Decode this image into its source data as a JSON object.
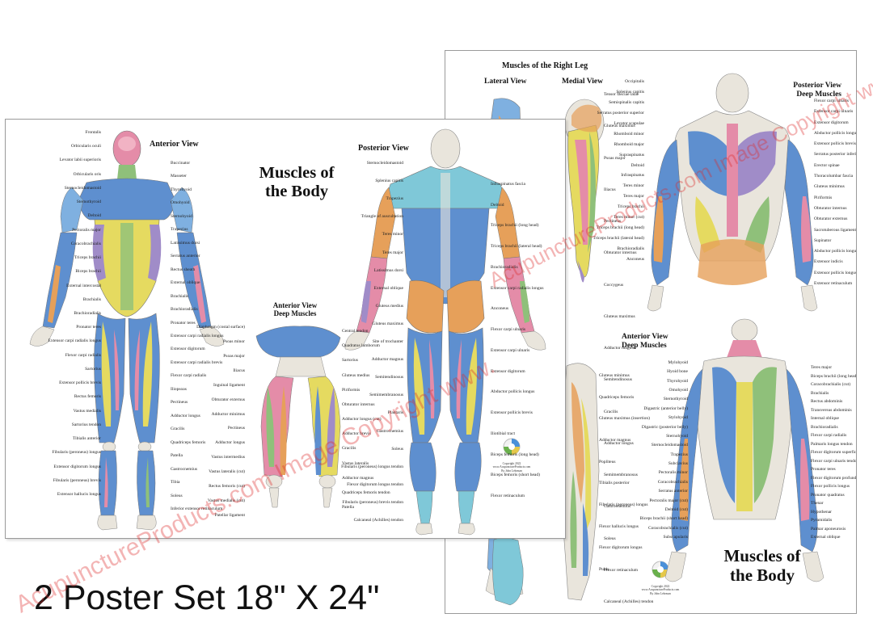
{
  "set_caption": "2 Poster Set 18\" X 24\"",
  "watermark_text": "AcupunctureProducts.com  Image Copyright  www.",
  "watermark_text_2": "AcupunctureProducts.com  Image Copyright  www",
  "colors": {
    "muscle_blue": "#5e8fcf",
    "muscle_yellow": "#e5da60",
    "muscle_pink": "#e48ca8",
    "muscle_orange": "#e6a05a",
    "muscle_green": "#8fc07a",
    "muscle_purple": "#a08cc8",
    "bone": "#e9e5dc",
    "watermark": "#dc2828"
  },
  "front_poster": {
    "title": "Muscles of the Body",
    "anterior_title": "Anterior View",
    "posterior_title": "Posterior View",
    "deep_title": "Anterior View Deep Muscles",
    "copyright": [
      "Copyright 2022",
      "www.AcupunctureProducts.com",
      "By John Lehrman"
    ],
    "anterior_left_labels": [
      "Frontalis",
      "Orbicularis oculi",
      "Levator labii superioris",
      "Orbicularis oris",
      "Sternocleidomastoid",
      "Sternothyroid",
      "Deltoid",
      "Pectoralis major",
      "Coracobrachialis",
      "Triceps brachii",
      "Biceps brachii",
      "External intercostal",
      "Brachialis",
      "Brachioradialis",
      "Pronator teres",
      "Extensor carpi radialis longus",
      "Flexor carpi radialis",
      "Sartorius",
      "Extensor pollicis brevis",
      "Rectus femoris",
      "Vastus medialis",
      "Sartorius tendon",
      "Tibialis anterior",
      "Fibularis (peroneus) longus",
      "Extensor digitorum longus",
      "Fibularis (peroneus) brevis",
      "Extensor hallucis longus"
    ],
    "anterior_right_labels": [
      "Buccinator",
      "Masseter",
      "Thyrohyoid",
      "Omohyoid",
      "Sternohyoid",
      "Trapezius",
      "Latissimus dorsi",
      "Serratus anterior",
      "Rectus sheath",
      "External oblique",
      "Brachialis",
      "Brachioradialis",
      "Pronator teres",
      "Extensor carpi radialis longus",
      "Extensor digitorum",
      "Extensor carpi radialis brevis",
      "Flexor carpi radialis",
      "Iliopsoas",
      "Pectineus",
      "Adductor longus",
      "Gracilis",
      "Quadriceps femoris",
      "Patella",
      "Gastrocnemius",
      "Tibia",
      "Soleus",
      "Inferior extensor retinaculum"
    ],
    "posterior_left_labels": [
      "Sternocleidomastoid",
      "Splenius capitis",
      "Trapezius",
      "Triangle of auscultation",
      "Teres minor",
      "Teres major",
      "Latissimus dorsi",
      "External oblique",
      "Gluteus medius",
      "Gluteus maximus",
      "Site of trochanter",
      "Adductor magnus",
      "Semitendinosus",
      "Semimembranosus",
      "Plantaris",
      "Gastrocnemius",
      "Soleus",
      "Fibularis (peroneus) longus tendon",
      "Flexor digitorum longus tendon",
      "Fibularis (peroneus) brevis tendon",
      "Calcaneal (Achilles) tendon"
    ],
    "posterior_right_labels": [
      "Infraspinatus fascia",
      "Deltoid",
      "Triceps brachii (long head)",
      "Triceps brachii (lateral head)",
      "Brachioradialis",
      "Extensor carpi radialis longus",
      "Anconeus",
      "Flexor carpi ulnaris",
      "Extensor carpi ulnaris",
      "Extensor digitorum",
      "Abductor pollicis longus",
      "Extensor pollicis brevis",
      "Iliotibial tract",
      "Biceps femoris (long head)",
      "Biceps femoris (short head)",
      "Flexor retinaculum"
    ],
    "deep_labels": [
      "Diaphragm (costal surface)",
      "Psoas minor",
      "Psoas major",
      "Iliacus",
      "Inguinal ligament",
      "Obturator externus",
      "Adductor minimus",
      "Pectineus",
      "Adductor longus",
      "Vastus intermedius",
      "Vastus lateralis (cut)",
      "Rectus femoris (cut)",
      "Vastus medialis (cut)",
      "Patellar ligament",
      "Central tendon",
      "Quadratus lumborum",
      "Sartorius",
      "Gluteus medius",
      "Piriformis",
      "Obturator internus",
      "Adductor longus (cut)",
      "Adductor brevis",
      "Gracilis",
      "Vastus lateralis",
      "Adductor magnus",
      "Quadriceps femoris tendon",
      "Patella"
    ]
  },
  "back_poster": {
    "title": "Muscles of the Body",
    "leg_title": "Muscles of the Right Leg",
    "lateral_title": "Lateral View",
    "medial_title": "Medial View",
    "posterior_deep_title": "Posterior View Deep Muscles",
    "anterior_deep_title": "Anterior View Deep Muscles",
    "copyright": [
      "Copyright 2022",
      "www.AcupunctureProducts.com",
      "By John Lehrman"
    ],
    "leg_labels": [
      "Tensor fasciae latae",
      "Gluteus maximus",
      "Psoas major",
      "Iliacus",
      "Pectineus",
      "Obturator internus",
      "Coccygeus",
      "Gluteus maximus",
      "Adductor magnus",
      "Semitendinosus",
      "Gracilis",
      "Adductor longus",
      "Semimembranosus",
      "Gastrocnemius",
      "Soleus",
      "Flexor retinaculum",
      "Calcaneal (Achilles) tendon",
      "Gluteus minimus",
      "Quadriceps femoris",
      "Gluteus maximus (insertion)",
      "Adductor magnus",
      "Popliteus",
      "Tibialis posterior",
      "Fibularis (peroneus) longus",
      "Flexor hallucis longus",
      "Flexor digitorum longus",
      "Pubis"
    ],
    "posterior_deep_labels": [
      "Occipitalis",
      "Splenius capitis",
      "Semispinalis capitis",
      "Serratus posterior superior",
      "Levator scapulae",
      "Rhomboid minor",
      "Rhomboid major",
      "Supraspinatus",
      "Deltoid",
      "Infraspinatus",
      "Teres minor",
      "Teres major",
      "Triceps brachii",
      "Teres minor (cut)",
      "Triceps brachii (long head)",
      "Triceps brachii (lateral head)",
      "Brachioradialis",
      "Anconeus",
      "Flexor carpi ulnaris",
      "Extensor carpi ulnaris",
      "Extensor digitorum",
      "Abductor pollicis longus",
      "Extensor pollicis brevis",
      "Serratus posterior inferior",
      "Erector spinae",
      "Thoracolumbar fascia",
      "Gluteus minimus",
      "Piriformis",
      "Obturator internus",
      "Obturator externus",
      "Sacrotuberous ligament",
      "Supinator",
      "Abductor pollicis longus",
      "Extensor indicis",
      "Extensor pollicis longus",
      "Extensor retinaculum"
    ],
    "anterior_deep_labels": [
      "Mylohyoid",
      "Hyoid bone",
      "Thyrohyoid",
      "Omohyoid",
      "Sternothyroid",
      "Digastric (anterior belly)",
      "Stylohyoid",
      "Digastric (posterior belly)",
      "Sternohyoid",
      "Sternocleidomastoid",
      "Trapezius",
      "Subclavius",
      "Pectoralis minor",
      "Coracobrachialis",
      "Serratus anterior",
      "Pectoralis major (cut)",
      "Deltoid (cut)",
      "Biceps brachii (short head)",
      "Coracobrachialis (cut)",
      "Subscapularis",
      "Teres major",
      "Biceps brachii (long head)",
      "Coracobrachialis (cut)",
      "Brachialis",
      "Rectus abdominis",
      "Transversus abdominis",
      "Internal oblique",
      "Brachioradialis",
      "Flexor carpi radialis",
      "Palmaris longus tendon",
      "Flexor digitorum superficialis tendon",
      "Flexor carpi ulnaris tendon",
      "Pronator teres",
      "Flexor digitorum profundus",
      "Flexor pollicis longus",
      "Pronator quadratus",
      "Thenar",
      "Hypothenar",
      "Pyramidalis",
      "Palmar aponeurosis",
      "External oblique"
    ]
  }
}
